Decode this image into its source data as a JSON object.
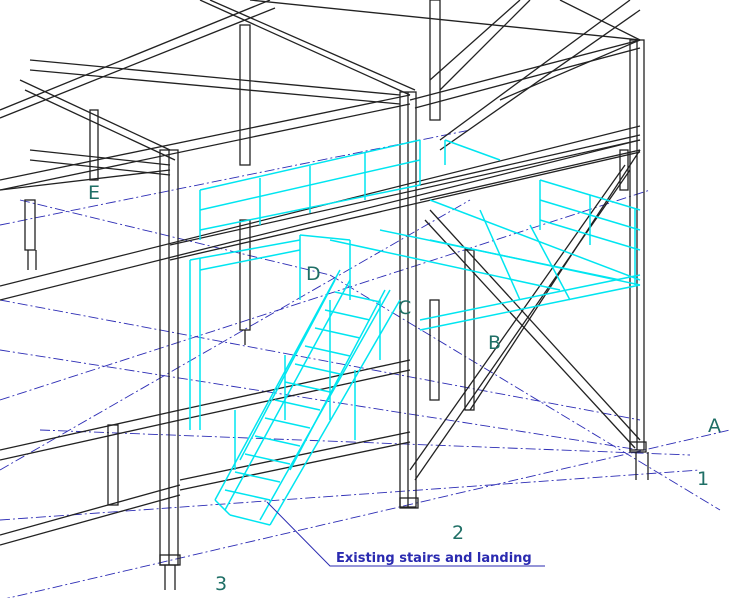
{
  "grid_labels": {
    "a": "A",
    "b": "B",
    "c": "C",
    "d": "D",
    "e": "E",
    "n1": "1",
    "n2": "2",
    "n3": "3"
  },
  "annotation": {
    "text": "Existing stairs and landing"
  },
  "colors": {
    "steel": "#222222",
    "stairs": "#00e5f0",
    "gridline": "#2d2db5",
    "label": "#1f6f66",
    "annotation": "#2a2ab0"
  }
}
